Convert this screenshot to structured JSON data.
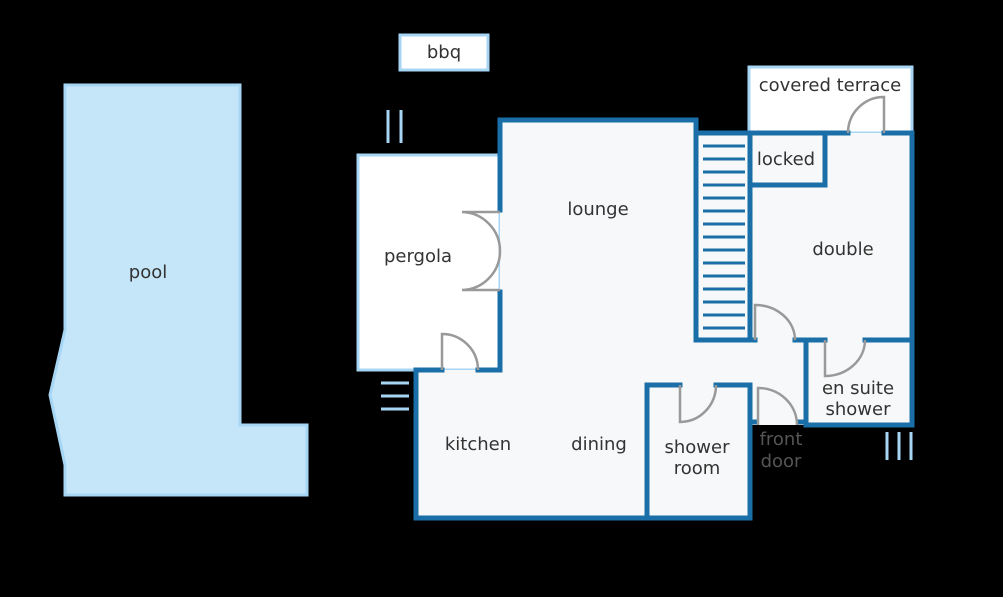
{
  "title": "floor plan",
  "colors": {
    "wall": "#1a6fa8",
    "outdoor_outline": "#a6d6f3",
    "pool_fill": "#c5e6f9",
    "interior_fill": "#f7f8f9",
    "door": "#999999"
  },
  "rooms": {
    "pool": "pool",
    "bbq": "bbq",
    "covered_terrace": "covered terrace",
    "locked": "locked",
    "lounge": "lounge",
    "pergola": "pergola",
    "double": "double",
    "kitchen": "kitchen",
    "dining": "dining",
    "shower_room_1": "shower",
    "shower_room_2": "room",
    "en_suite_1": "en suite",
    "en_suite_2": "shower",
    "front_door_1": "front",
    "front_door_2": "door"
  }
}
